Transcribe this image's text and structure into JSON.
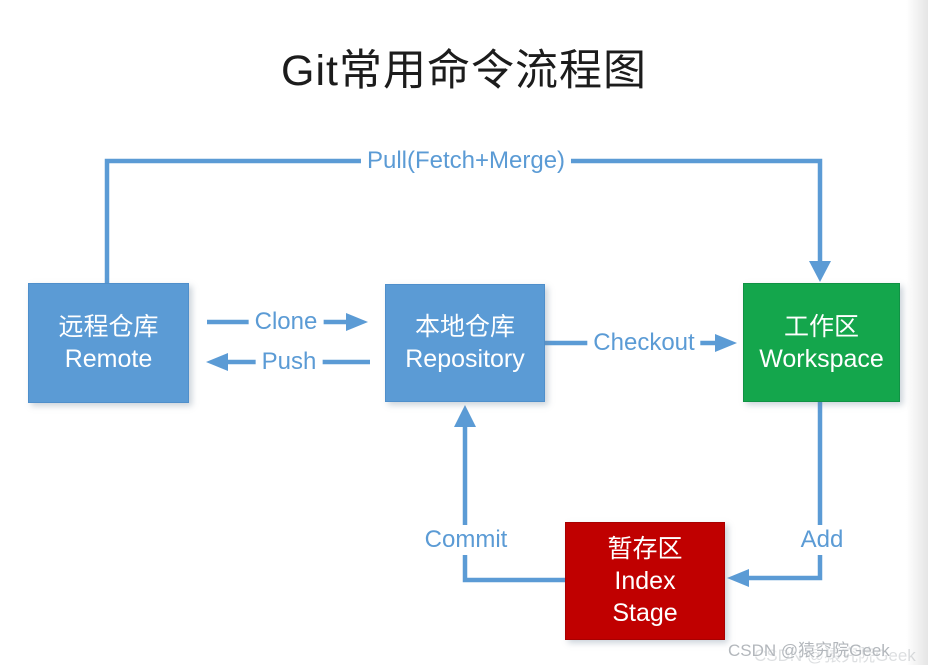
{
  "title": "Git常用命令流程图",
  "nodes": {
    "remote": {
      "lines": [
        "远程仓库",
        "Remote"
      ],
      "color": "#5B9BD5"
    },
    "repository": {
      "lines": [
        "本地仓库",
        "Repository"
      ],
      "color": "#5B9BD5"
    },
    "workspace": {
      "lines": [
        "工作区",
        "Workspace"
      ],
      "color": "#14A64C"
    },
    "index": {
      "lines": [
        "暂存区",
        "Index",
        "Stage"
      ],
      "color": "#C00000"
    }
  },
  "edges": {
    "pull": {
      "label": "Pull(Fetch+Merge)",
      "from": "remote",
      "to": "workspace"
    },
    "clone": {
      "label": "Clone",
      "from": "remote",
      "to": "repository"
    },
    "push": {
      "label": "Push",
      "from": "repository",
      "to": "remote"
    },
    "checkout": {
      "label": "Checkout",
      "from": "repository",
      "to": "workspace"
    },
    "add": {
      "label": "Add",
      "from": "workspace",
      "to": "index"
    },
    "commit": {
      "label": "Commit",
      "from": "index",
      "to": "repository"
    }
  },
  "colors": {
    "connector_blue": "#5B9BD5",
    "node_blue": "#5B9BD5",
    "node_green": "#14A64C",
    "node_red": "#C00000",
    "title_text": "#1c1c1c",
    "node_text": "#ffffff"
  },
  "watermark": "CSDN @猿究院Geek"
}
